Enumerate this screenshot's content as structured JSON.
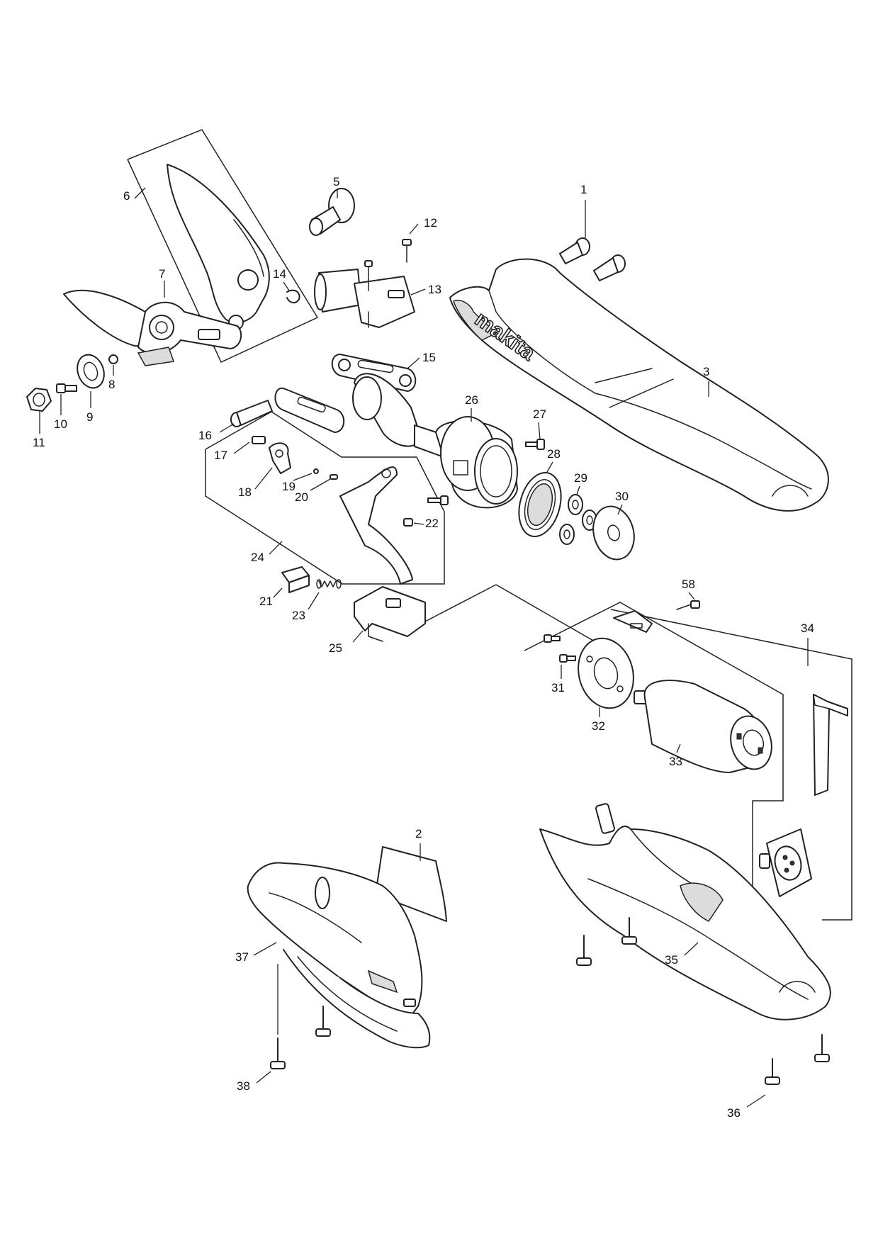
{
  "brand_text": "makita",
  "callouts": [
    "1",
    "2",
    "3",
    "5",
    "6",
    "7",
    "8",
    "9",
    "10",
    "11",
    "12",
    "13",
    "14",
    "15",
    "16",
    "17",
    "18",
    "19",
    "20",
    "21",
    "22",
    "23",
    "24",
    "25",
    "26",
    "27",
    "28",
    "29",
    "30",
    "31",
    "32",
    "33",
    "34",
    "35",
    "36",
    "37",
    "38",
    "58"
  ]
}
